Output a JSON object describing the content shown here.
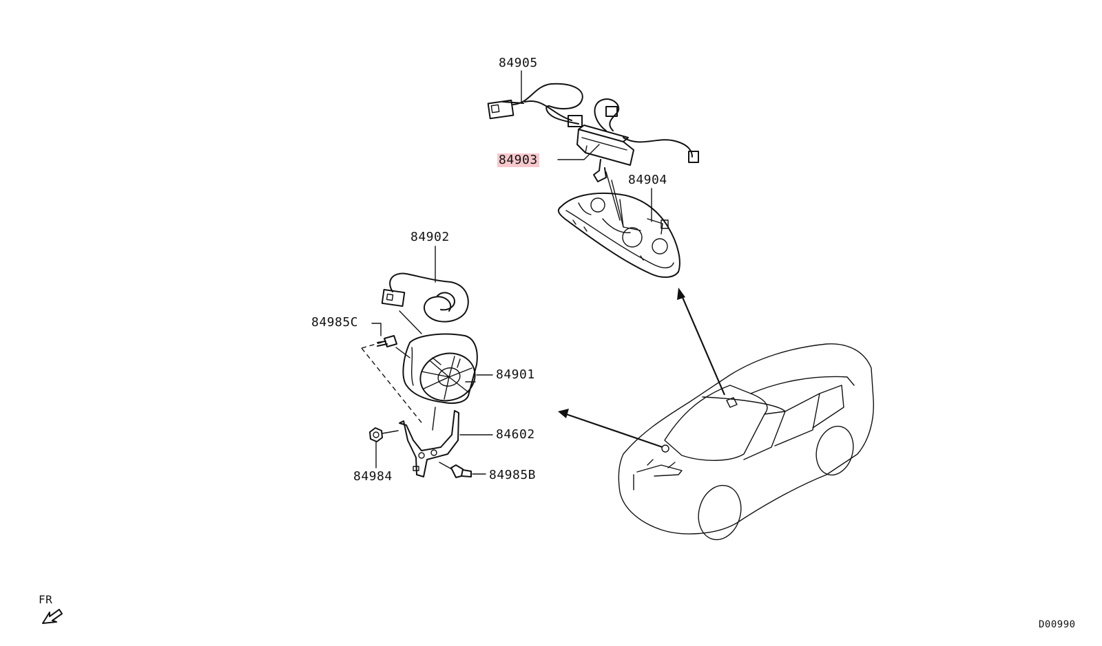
{
  "callouts": {
    "p84905": "84905",
    "p84903": "84903",
    "p84904": "84904",
    "p84902": "84902",
    "p84985c": "84985C",
    "p84901": "84901",
    "p84602": "84602",
    "p84984": "84984",
    "p84985b": "84985B"
  },
  "orientation_label": "FR",
  "diagram_code": "D00990",
  "highlight_color": "#f7c8cc"
}
